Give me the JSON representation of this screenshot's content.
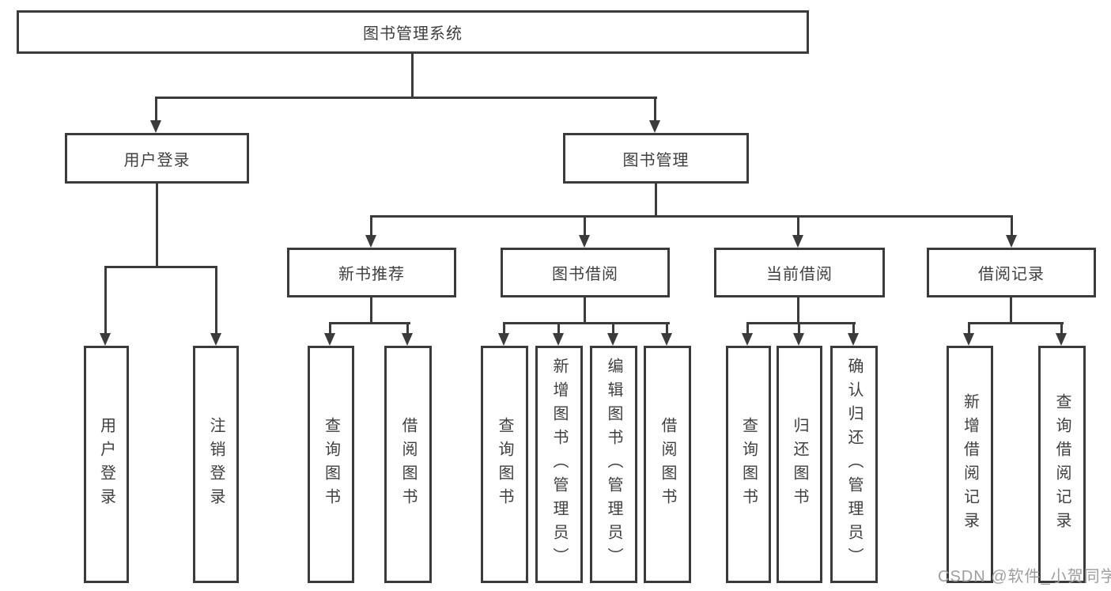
{
  "diagram": {
    "root": {
      "label": "图书管理系统"
    },
    "level2": [
      {
        "label": "用户登录"
      },
      {
        "label": "图书管理"
      }
    ],
    "level3": [
      {
        "label": "新书推荐"
      },
      {
        "label": "图书借阅"
      },
      {
        "label": "当前借阅"
      },
      {
        "label": "借阅记录"
      }
    ],
    "leaves": [
      {
        "label": "用户登录"
      },
      {
        "label": "注销登录"
      },
      {
        "label": "查询图书"
      },
      {
        "label": "借阅图书"
      },
      {
        "label": "查询图书"
      },
      {
        "label": "新增图书（管理员）"
      },
      {
        "label": "编辑图书（管理员）"
      },
      {
        "label": "借阅图书"
      },
      {
        "label": "查询图书"
      },
      {
        "label": "归还图书"
      },
      {
        "label": "确认归还（管理员）"
      },
      {
        "label": "新增借阅记录"
      },
      {
        "label": "查询借阅记录"
      }
    ],
    "watermark": "CSDN @软件_小贺同学",
    "colors": {
      "line": "#3b3b3b",
      "text": "#3f3f3f",
      "background": "#ffffff",
      "watermark": "#9e9e9e"
    }
  }
}
